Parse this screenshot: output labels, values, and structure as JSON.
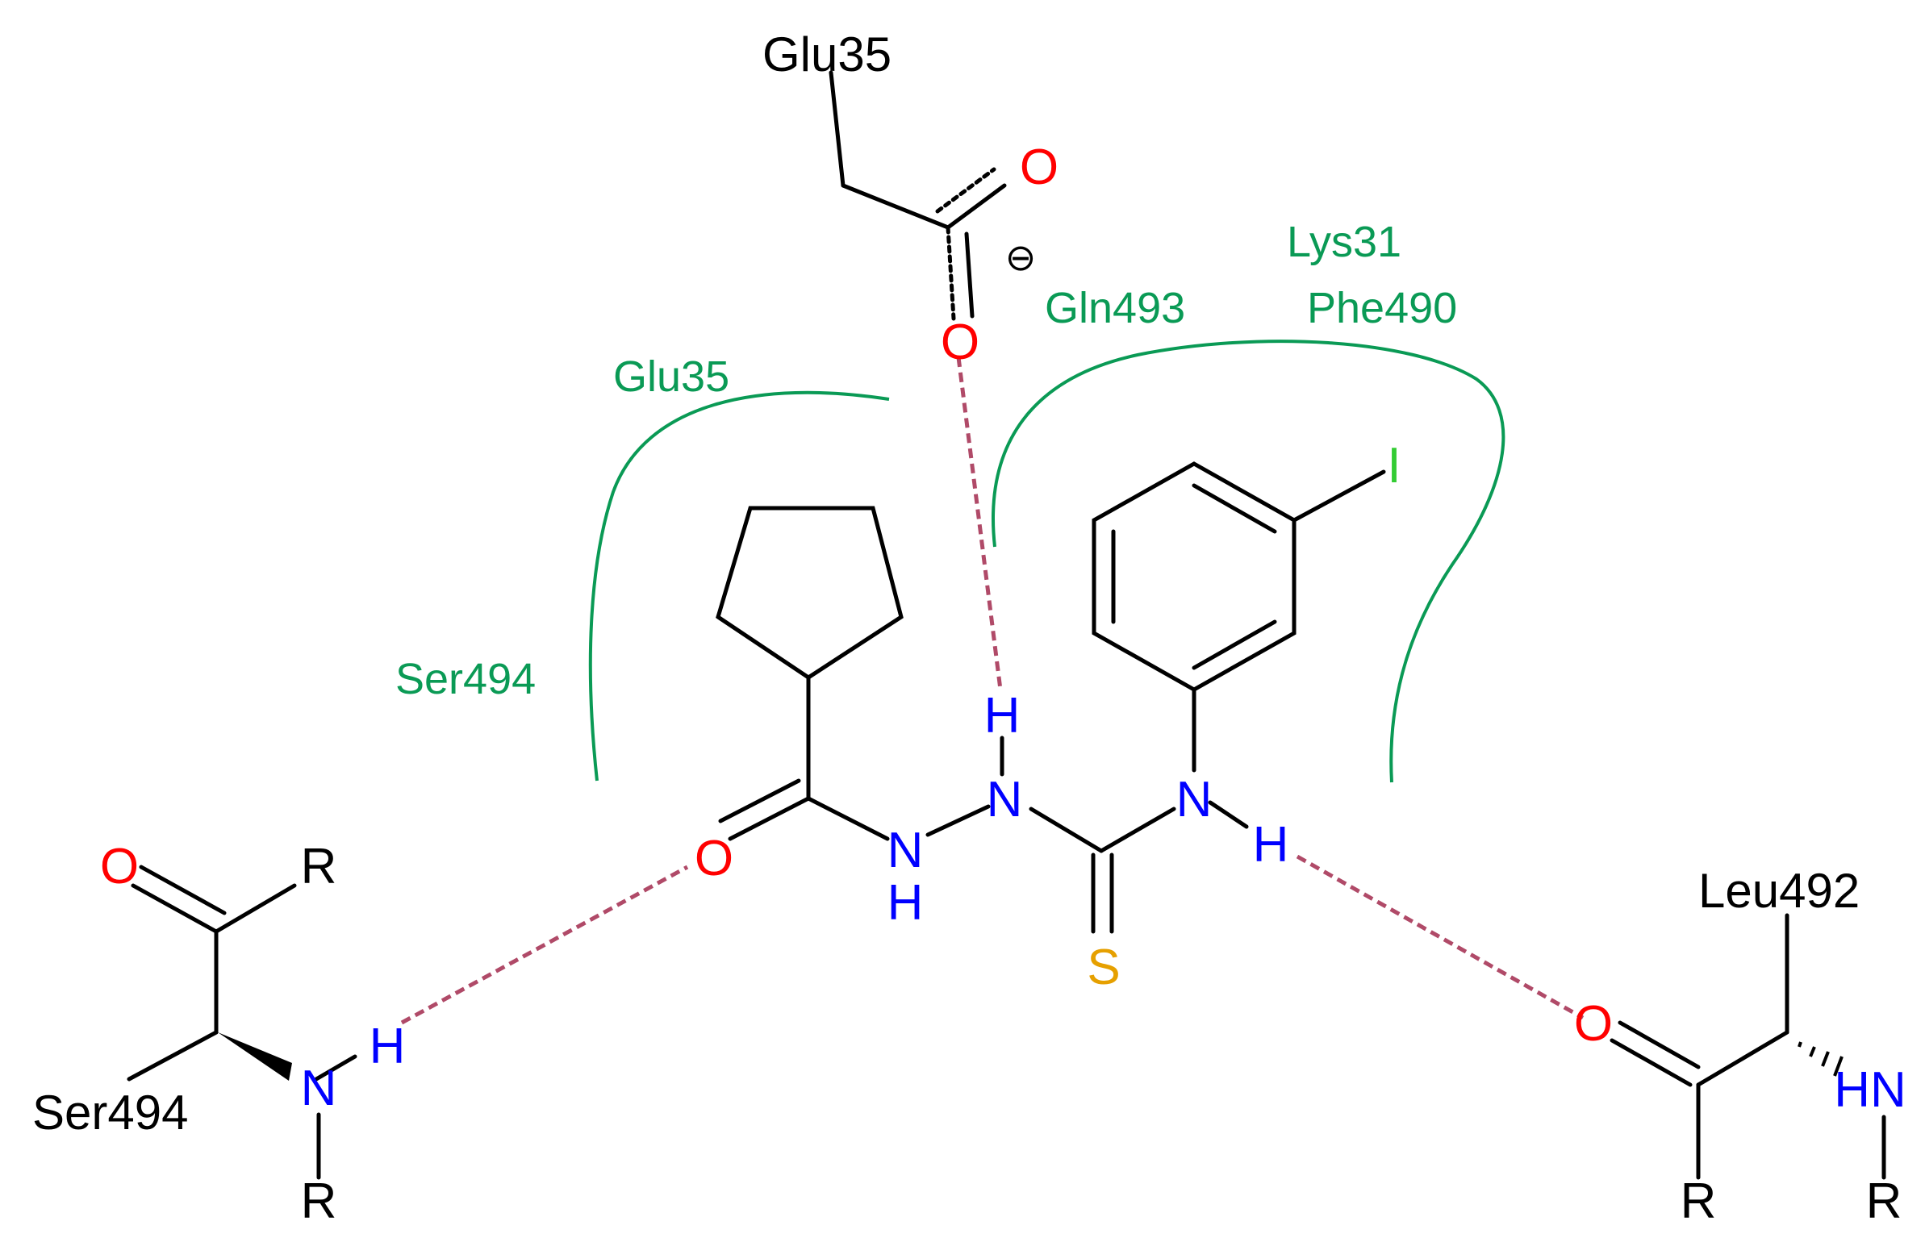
{
  "colors": {
    "bond": "#000000",
    "oxygen": "#ff0000",
    "nitrogen": "#0000ff",
    "sulfur": "#e6a000",
    "iodine": "#33cc33",
    "pocket": "#0a9a55",
    "hbond": "#b04a68"
  },
  "residues": {
    "glu35_top": "Glu35",
    "ser494": "Ser494",
    "leu492": "Leu492"
  },
  "pocket_labels": {
    "glu35": "Glu35",
    "ser494": "Ser494",
    "gln493": "Gln493",
    "lys31": "Lys31",
    "phe490": "Phe490"
  },
  "atoms": {
    "O_glu_top": "O",
    "O_glu_minus": "O",
    "charge": "⊖",
    "O_ligand": "O",
    "N_amide": "N",
    "H_amide": "H",
    "N_hydrazine": "N",
    "H_hydrazine": "H",
    "N_thio": "N",
    "H_thio": "H",
    "S": "S",
    "I": "I",
    "O_ser": "O",
    "R_ser_top": "R",
    "N_ser": "N",
    "H_ser": "H",
    "R_ser_bottom": "R",
    "O_leu": "O",
    "HN_leu": "HN",
    "R_leu_bottom": "R",
    "R_leu_right": "R"
  }
}
